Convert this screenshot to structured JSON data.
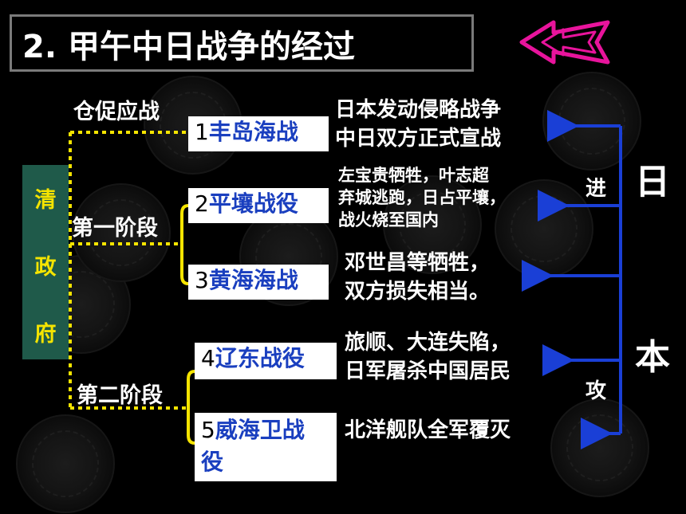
{
  "title": "2. 甲午中日战争的经过",
  "left_side": {
    "chars": [
      "清",
      "政",
      "府"
    ]
  },
  "labels": {
    "hasty": "仓促应战",
    "stage1": "第一阶段",
    "stage2": "第二阶段"
  },
  "battles": [
    {
      "num": "1",
      "name": "丰岛海战"
    },
    {
      "num": "2",
      "name": "平壤战役"
    },
    {
      "num": "3",
      "name": "黄海海战"
    },
    {
      "num": "4",
      "name": "辽东战役"
    },
    {
      "num": "5",
      "name_line1": "威海卫战",
      "name_line2": "役"
    }
  ],
  "descriptions": {
    "d1": [
      "日本发动侵略战争",
      "中日双方正式宣战"
    ],
    "d2": [
      "左宝贵牺牲，叶志超",
      "弃城逃跑，日占平壤，",
      "战火烧至国内"
    ],
    "d3": [
      "邓世昌等牺牲，",
      "双方损失相当。"
    ],
    "d4": [
      "旅顺、大连失陷，",
      "日军屠杀中国居民"
    ],
    "d5": [
      "北洋舰队全军覆灭"
    ]
  },
  "right_side": {
    "big1": "日",
    "big2": "本",
    "small1": "进",
    "small2": "攻"
  },
  "colors": {
    "battle_text": "#1a3fbf",
    "bracket_yellow": "#f5e400",
    "arrow_blue": "#1a3fd6",
    "qing_bg": "#1f5a4a",
    "qing_text": "#f5e400",
    "nav_arrow": "#e8149c"
  },
  "icons": {
    "nav": "double-left-arrow-icon"
  }
}
